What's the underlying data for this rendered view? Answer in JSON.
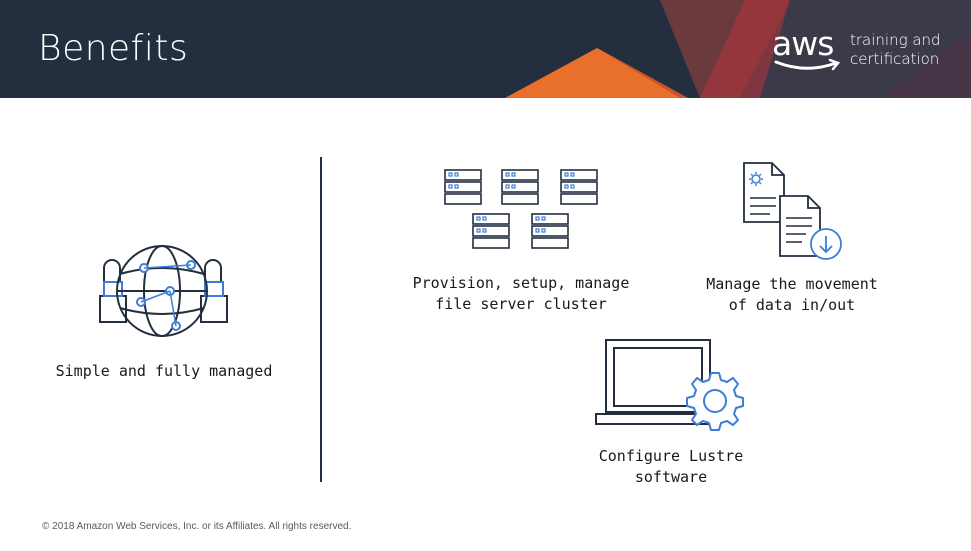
{
  "header": {
    "title": "Benefits",
    "logo": {
      "wordmark": "aws",
      "tagline_line1": "training and",
      "tagline_line2": "certification"
    }
  },
  "benefits": {
    "left": {
      "label": "Simple and fully managed",
      "icon": "globe-with-locks-icon"
    },
    "provision": {
      "line1": "Provision, setup, manage",
      "line2": "file server cluster",
      "icon": "server-cluster-icon"
    },
    "data_movement": {
      "line1": "Manage the movement",
      "line2": "of data in/out",
      "icon": "document-transfer-icon"
    },
    "configure": {
      "line1": "Configure Lustre",
      "line2": "software",
      "icon": "laptop-gear-icon"
    }
  },
  "footer": {
    "copyright": "© 2018 Amazon Web Services, Inc. or its Affiliates. All rights reserved."
  },
  "colors": {
    "header_bg": "#232f3e",
    "accent_orange": "#e8702a",
    "accent_red": "#b8333b",
    "icon_stroke": "#232f3e",
    "icon_accent": "#3b7dd8"
  }
}
